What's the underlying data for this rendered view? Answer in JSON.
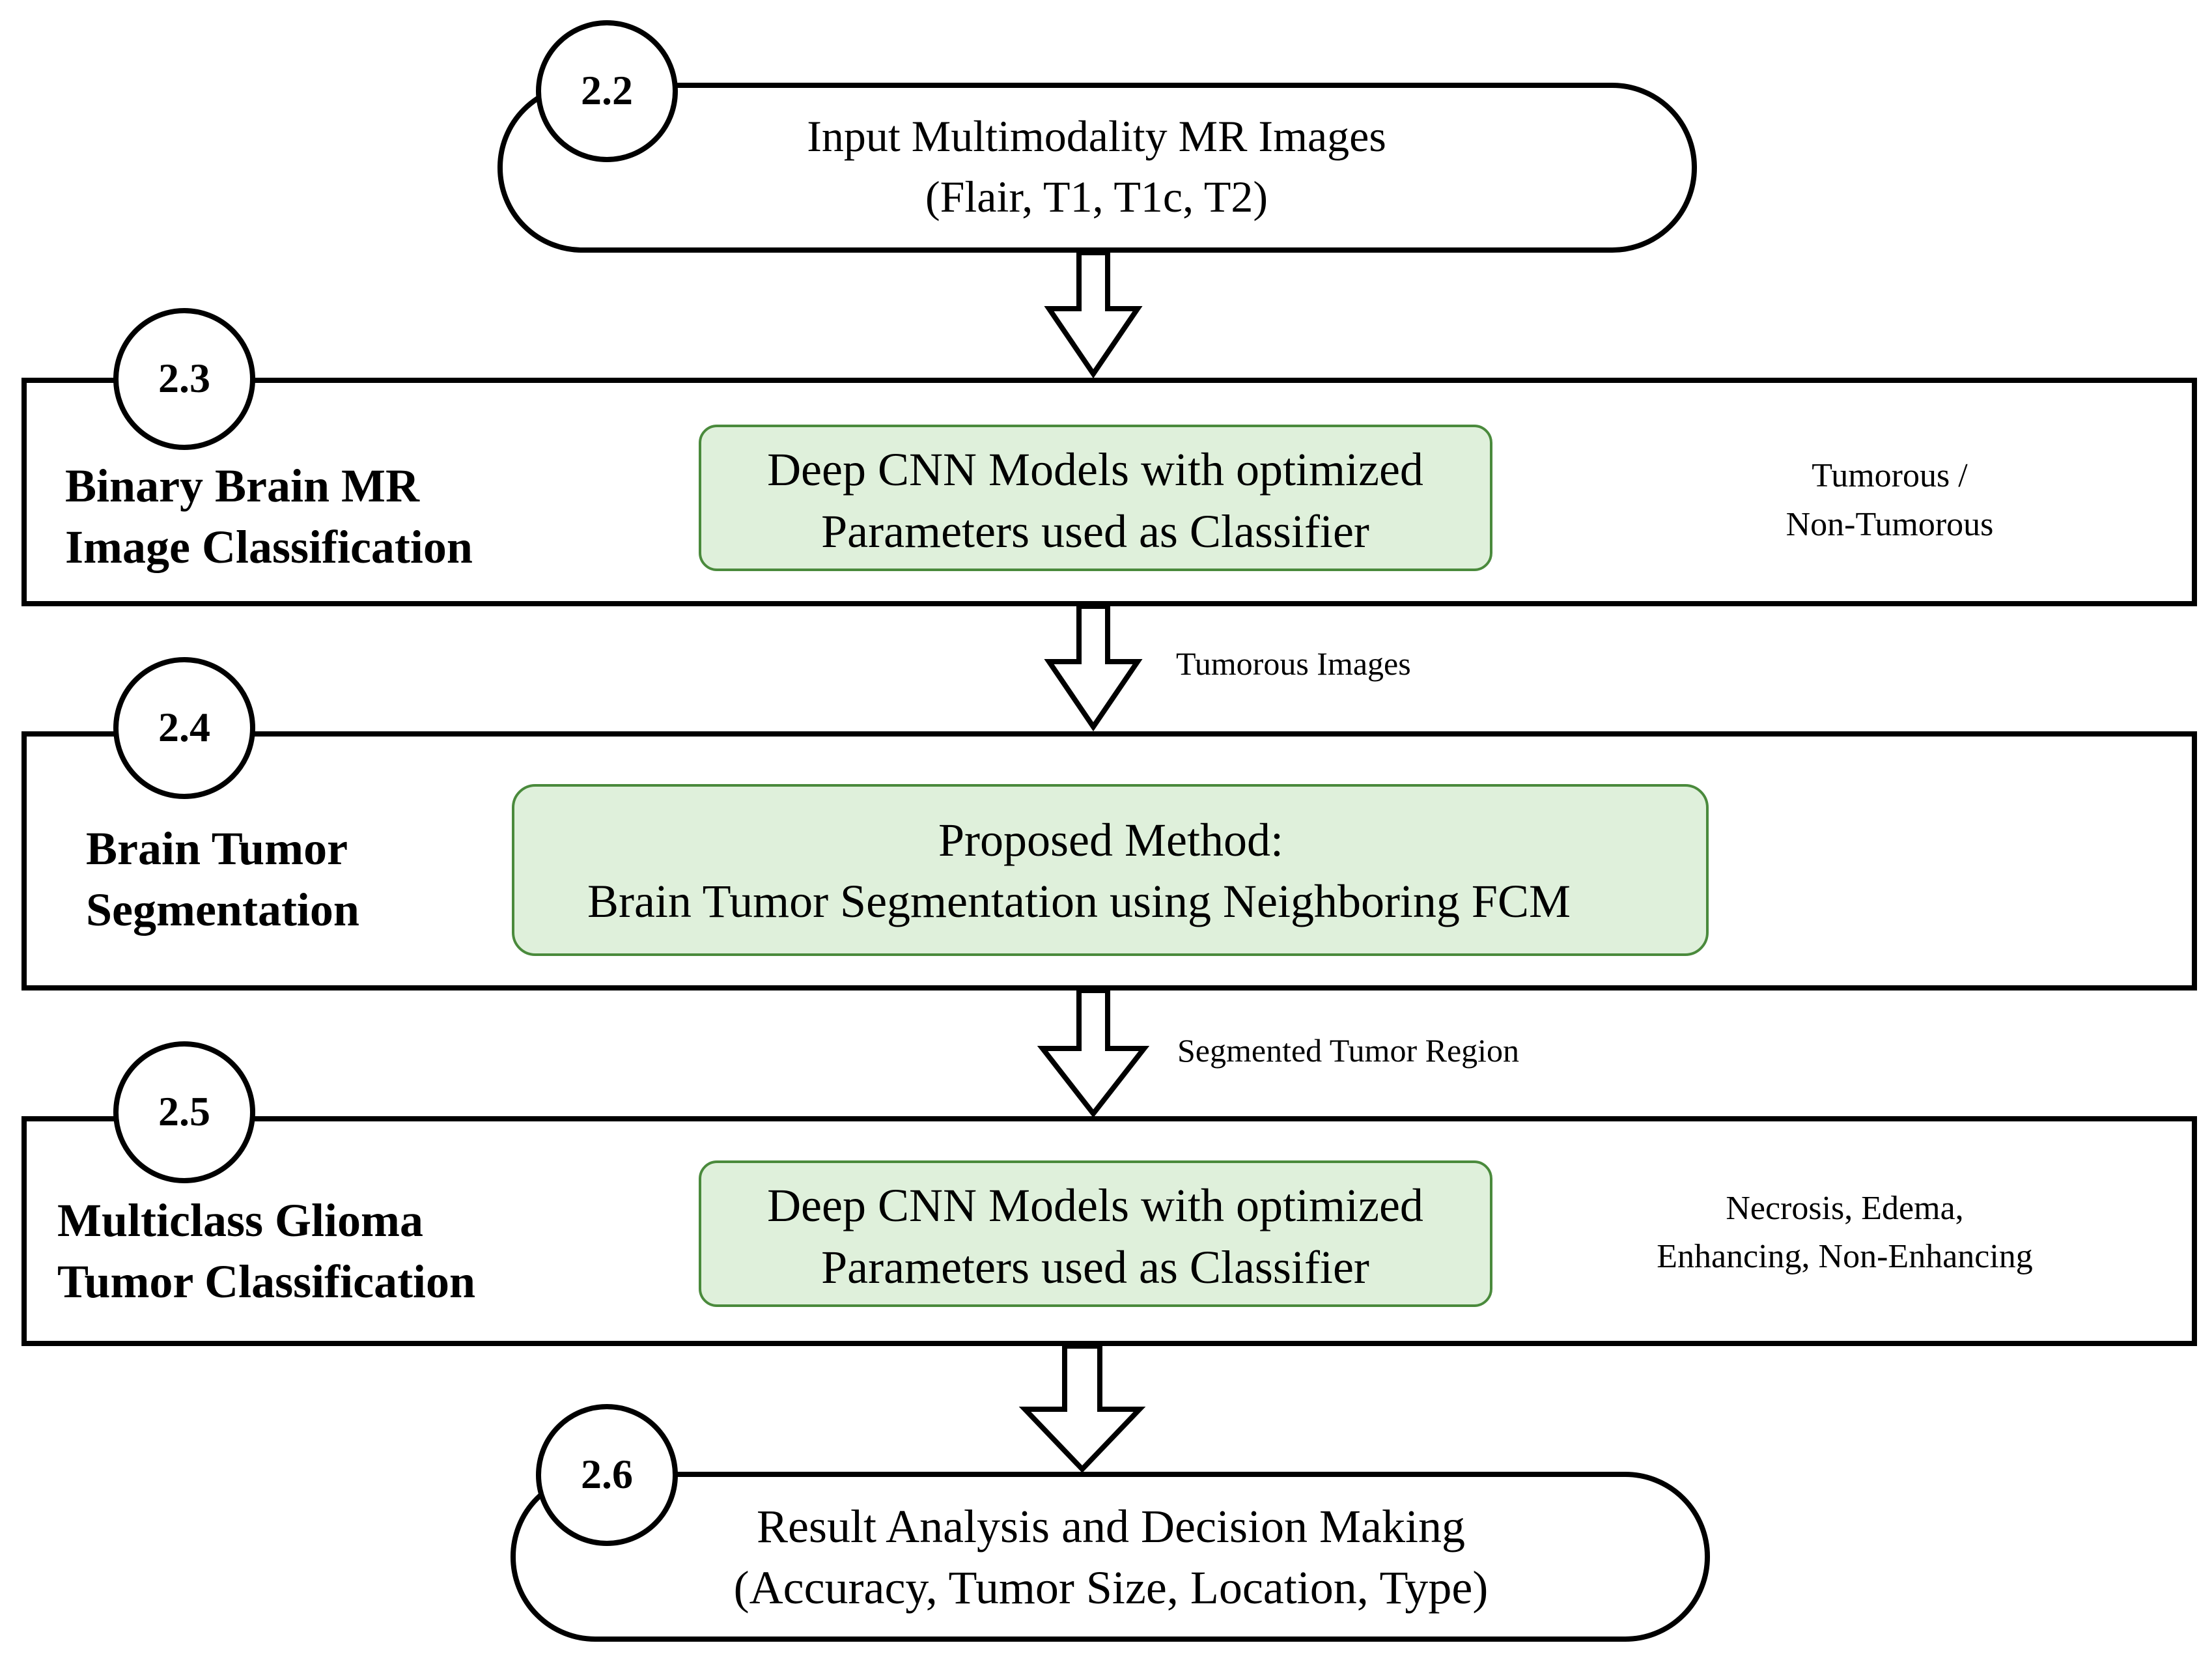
{
  "colors": {
    "stroke": "#000000",
    "inner_fill": "#dff0db",
    "inner_stroke": "#4a8a3c",
    "background": "#ffffff"
  },
  "input": {
    "number": "2.2",
    "line1": "Input Multimodality MR Images",
    "line2": "(Flair, T1, T1c, T2)"
  },
  "stage_binary": {
    "number": "2.3",
    "title_line1": "Binary Brain MR",
    "title_line2": "Image Classification",
    "box_line1": "Deep CNN Models with optimized",
    "box_line2": "Parameters used as Classifier",
    "output_line1": "Tumorous  /",
    "output_line2": "Non-Tumorous"
  },
  "arrow_1_label": "Tumorous Images",
  "stage_segmentation": {
    "number": "2.4",
    "title_line1": "Brain Tumor",
    "title_line2": "Segmentation",
    "box_line1": "Proposed Method:",
    "box_line2": "Brain Tumor Segmentation using Neighboring FCM"
  },
  "arrow_2_label": "Segmented Tumor Region",
  "stage_multiclass": {
    "number": "2.5",
    "title_line1": "Multiclass Glioma",
    "title_line2": "Tumor Classification",
    "box_line1": "Deep CNN Models with optimized",
    "box_line2": "Parameters used as Classifier",
    "output_line1": "Necrosis,  Edema,",
    "output_line2": "Enhancing,  Non-Enhancing"
  },
  "result": {
    "number": "2.6",
    "line1": "Result Analysis and Decision Making",
    "line2": "(Accuracy, Tumor Size, Location, Type)"
  }
}
